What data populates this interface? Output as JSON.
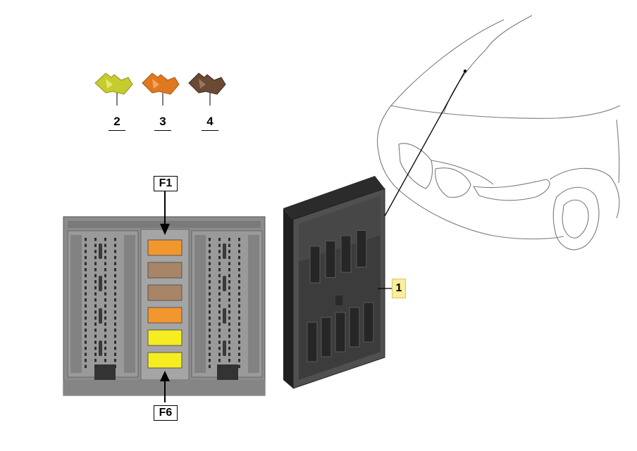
{
  "fuse_labels": {
    "yellow_green": "2",
    "orange": "3",
    "brown": "4"
  },
  "position_labels": {
    "top": "F1",
    "bottom": "F6"
  },
  "unit_label": "1",
  "colors": {
    "fuse_yellow_green": "#c6cc2e",
    "fuse_orange": "#e07820",
    "fuse_brown": "#6b4a35",
    "slot_orange": "#f2962e",
    "slot_tan": "#a88567",
    "slot_yellow": "#f6ed20",
    "panel_gray": "#8c8c8c",
    "unit_dark": "#454545",
    "highlight": "#fbee9e"
  }
}
